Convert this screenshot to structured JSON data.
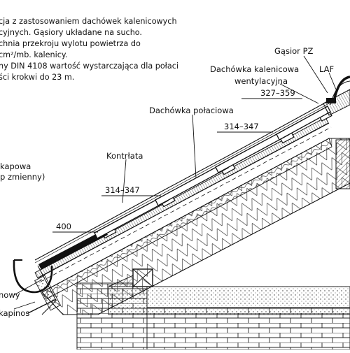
{
  "description_lines": [
    "cja z zastosowaniem dachówek kalenicowych",
    "cyjnych. Gąsiory układane na sucho.",
    "chnia przekroju wylotu powietrza do",
    "cm²/mb. kalenicy.",
    "ny DIN 4108 wartość wystarczająca dla połaci",
    "ści krokwi do 23 m."
  ],
  "labels": {
    "gasior_pz": "Gąsior PZ",
    "dachowka_kalenicowa": "Dachówka kalenicowa",
    "wentylacyjna": "wentylacyjna",
    "laf": "LAF",
    "dachowka_polaciowa": "Dachówka połaciowa",
    "kontrlata": "Kontrłata",
    "kapowa": "kapowa",
    "p_zmienny": "p zmienny)",
    "nowy": "nowy",
    "kapinos": "kapinos"
  },
  "dimensions": {
    "d_327_359": "327–359",
    "d_314_347_upper": "314–347",
    "d_314_347_lower": "314–347",
    "d_400": "400"
  },
  "colors": {
    "line": "#111111",
    "hatch": "#222222",
    "white": "#ffffff"
  }
}
